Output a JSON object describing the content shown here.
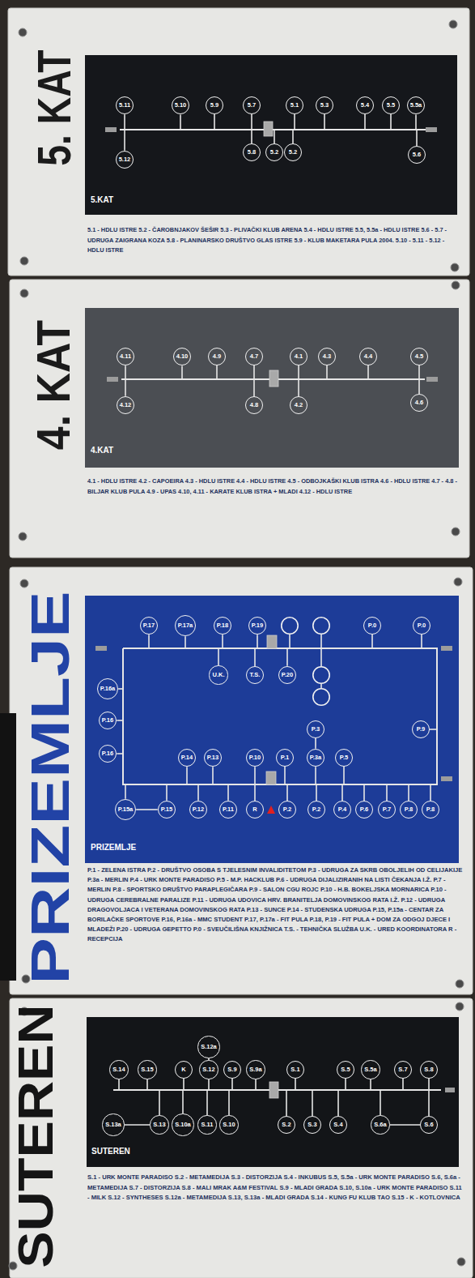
{
  "diagram": {
    "nodes": [
      {
        "text": [
          "5. KAT",
          "5.1 - HDLU ISTRE 5.2 - ČAROBNJAKOV ŠEŠIR 5.3 - PLIVAČKI KLUB ARENA 5.4 - HDLU ISTRE 5.5, 5.5a - HDLU ISTRE 5.6 - 5.7 - UDRUGA ZAIGRANA KOZA 5.8 - PLANINARSKO DRUŠTVO GLAS ISTRE 5.9 - KLUB MAKETARA PULA 2004. 5.10 - 5.11 - 5.12 - HDLU ISTRE"
        ]
      },
      {
        "text": [
          "5.KAT"
        ],
        "in": 0
      },
      {
        "text": [
          "5.11"
        ],
        "in": 1
      },
      {
        "text": [
          "5.10"
        ],
        "in": 1
      },
      {
        "text": [
          "5.9"
        ],
        "in": 1
      },
      {
        "text": [
          "5.7"
        ],
        "in": 1
      },
      {
        "text": [
          "5.1"
        ],
        "in": 1
      },
      {
        "text": [
          "5.3"
        ],
        "in": 1
      },
      {
        "text": [
          "5.4"
        ],
        "in": 1
      },
      {
        "text": [
          "5.5"
        ],
        "in": 1
      },
      {
        "text": [
          "5.5a"
        ],
        "in": 1
      },
      {
        "text": [
          "5.12"
        ],
        "in": 1
      },
      {
        "text": [
          "5.8"
        ],
        "in": 1
      },
      {
        "text": [
          "5.2"
        ],
        "in": 1
      },
      {
        "text": [
          "5.2"
        ],
        "in": 1
      },
      {
        "text": [
          "5.6"
        ],
        "in": 1
      },
      {
        "text": [
          "4. KAT",
          "4.1 - HDLU ISTRE 4.2 - CAPOEIRA 4.3 - HDLU ISTRE 4.4 - HDLU ISTRE 4.5 - ODBOJKAŠKI KLUB ISTRA 4.6 - HDLU ISTRE 4.7 - 4.8 - BILJAR KLUB PULA 4.9 - UPAS 4.10, 4.11 - KARATE KLUB ISTRA + MLADI 4.12 - HDLU ISTRE"
        ]
      },
      {
        "text": [
          "4.KAT"
        ],
        "in": 16
      },
      {
        "text": [
          "4.11"
        ],
        "in": 17
      },
      {
        "text": [
          "4.10"
        ],
        "in": 17
      },
      {
        "text": [
          "4.9"
        ],
        "in": 17
      },
      {
        "text": [
          "4.7"
        ],
        "in": 17
      },
      {
        "text": [
          "4.1"
        ],
        "in": 17
      },
      {
        "text": [
          "4.3"
        ],
        "in": 17
      },
      {
        "text": [
          "4.4"
        ],
        "in": 17
      },
      {
        "text": [
          "4.5"
        ],
        "in": 17
      },
      {
        "text": [
          "4.12"
        ],
        "in": 17
      },
      {
        "text": [
          "4.8"
        ],
        "in": 17
      },
      {
        "text": [
          "4.2"
        ],
        "in": 17
      },
      {
        "text": [
          "4.6"
        ],
        "in": 17
      },
      {
        "text": [
          "PRIZEMLJE",
          "P.1 - ZELENA ISTRA P.2 - DRUŠTVO OSOBA S TJELESNIM INVALIDITETOM P.3 - UDRUGA ZA SKRB OBOLJELIH OD CELIJAKIJE P.3a - MERLIN P.4 - URK MONTE PARADISO P.5 - M.P. HACKLUB P.6 - UDRUGA DIJALIZIRANIH NA LISTI ČEKANJA I.Ž. P.7 - MERLIN P.8 - SPORTSKO DRUŠTVO PARAPLEGIČARA P.9 - SALON CGU ROJC P.10 - H.B. BOKELJSKA MORNARICA P.10 - UDRUGA CEREBRALNE PARALIZE P.11 - UDRUGA UDOVICA HRV. BRANITELJA DOMOVINSKOG RATA I.Ž. P.12 - UDRUGA DRAGOVOLJACA I VETERANA DOMOVINSKOG RATA P.13 - SUNCE P.14 - STUDENSKA UDRUGA P.15, P.15a - CENTAR ZA BORILAČKE SPORTOVE P.16, P.16a - MMC STUDENT P.17, P.17a - FIT PULA P.18, P.19 - FIT PULA + DOM ZA ODGOJ DJECE I MLADEŽI P.20 - UDRUGA GEPETTO P.0 - SVEUČILIŠNA KNJIŽNICA T.S. - TEHNIČKA SLUŽBA U.K. - URED KOORDINATORA R - RECEPCIJA"
        ]
      },
      {
        "text": [
          "PRIZEMLJE"
        ],
        "in": 30
      },
      {
        "text": [
          "P.17"
        ],
        "in": 31
      },
      {
        "text": [
          "P.17a"
        ],
        "in": 31
      },
      {
        "text": [
          "P.18"
        ],
        "in": 31
      },
      {
        "text": [
          "P.19"
        ],
        "in": 31
      },
      {
        "text": [
          "P.0"
        ],
        "in": 31
      },
      {
        "text": [
          "P.0"
        ],
        "in": 31
      },
      {
        "text": [
          "U.K."
        ],
        "in": 31
      },
      {
        "text": [
          "T.S."
        ],
        "in": 31
      },
      {
        "text": [
          "P.20"
        ],
        "in": 31
      },
      {
        "text": [
          "P.16a"
        ],
        "in": 31
      },
      {
        "text": [
          "P.16"
        ],
        "in": 31
      },
      {
        "text": [
          "P.3"
        ],
        "in": 31
      },
      {
        "text": [
          "P.9"
        ],
        "in": 31
      },
      {
        "text": [
          "P.16"
        ],
        "in": 31
      },
      {
        "text": [
          "P.14"
        ],
        "in": 31
      },
      {
        "text": [
          "P.13"
        ],
        "in": 31
      },
      {
        "text": [
          "P.10"
        ],
        "in": 31
      },
      {
        "text": [
          "P.1"
        ],
        "in": 31
      },
      {
        "text": [
          "P.3a"
        ],
        "in": 31
      },
      {
        "text": [
          "P.5"
        ],
        "in": 31
      },
      {
        "text": [
          "P.15a"
        ],
        "in": 31
      },
      {
        "text": [
          "P.15"
        ],
        "in": 31
      },
      {
        "text": [
          "P.12"
        ],
        "in": 31
      },
      {
        "text": [
          "P.11"
        ],
        "in": 31
      },
      {
        "text": [
          "R"
        ],
        "in": 31
      },
      {
        "text": [
          "P.2"
        ],
        "in": 31
      },
      {
        "text": [
          "P.2"
        ],
        "in": 31
      },
      {
        "text": [
          "P.4"
        ],
        "in": 31
      },
      {
        "text": [
          "P.6"
        ],
        "in": 31
      },
      {
        "text": [
          "P.7"
        ],
        "in": 31
      },
      {
        "text": [
          "P.8"
        ],
        "in": 31
      },
      {
        "text": [
          "P.8"
        ],
        "in": 31
      },
      {
        "text": [
          "SUTEREN",
          "S.1 - URK MONTE PARADISO S.2 - METAMEDIJA S.3 - DISTORZIJA S.4 - INKUBUS S.5, S.5a - URK MONTE PARADISO S.6, S.6a - METAMEDIJA S.7 - DISTORZIJA S.8 - MALI MRAK A&M FESTIVAL S.9 - MLADI GRADA S.10, S.10a - URK MONTE PARADISO S.11 - MILK S.12 - SYNTHESES S.12a - METAMEDIJA S.13, S.13a - MLADI GRADA S.14 - KUNG FU KLUB TAO S.15 - K - KOTLOVNICA"
        ]
      },
      {
        "text": [
          "SUTEREN"
        ],
        "in": 64
      },
      {
        "text": [
          "S.12a"
        ],
        "in": 65
      },
      {
        "text": [
          "S.14"
        ],
        "in": 65
      },
      {
        "text": [
          "S.15"
        ],
        "in": 65
      },
      {
        "text": [
          "K"
        ],
        "in": 65
      },
      {
        "text": [
          "S.12"
        ],
        "in": 65
      },
      {
        "text": [
          "S.9"
        ],
        "in": 65
      },
      {
        "text": [
          "S.9a"
        ],
        "in": 65
      },
      {
        "text": [
          "S.1"
        ],
        "in": 65
      },
      {
        "text": [
          "S.5"
        ],
        "in": 65
      },
      {
        "text": [
          "S.5a"
        ],
        "in": 65
      },
      {
        "text": [
          "S.7"
        ],
        "in": 65
      },
      {
        "text": [
          "S.8"
        ],
        "in": 65
      },
      {
        "text": [
          "S.13a"
        ],
        "in": 65
      },
      {
        "text": [
          "S.13"
        ],
        "in": 65
      },
      {
        "text": [
          "S.10a"
        ],
        "in": 65
      },
      {
        "text": [
          "S.11"
        ],
        "in": 65
      },
      {
        "text": [
          "S.10"
        ],
        "in": 65
      },
      {
        "text": [
          "S.2"
        ],
        "in": 65
      },
      {
        "text": [
          "S.3"
        ],
        "in": 65
      },
      {
        "text": [
          "S.4"
        ],
        "in": 65
      },
      {
        "text": [
          "S.6a"
        ],
        "in": 65
      },
      {
        "text": [
          "S.6"
        ],
        "in": 65
      }
    ],
    "edges": [
      {
        "from": 43,
        "to": 50,
        "arrow": "none"
      },
      {
        "from": 52,
        "to": 53,
        "arrow": "none"
      },
      {
        "from": 66,
        "to": 70,
        "arrow": "none"
      },
      {
        "from": 78,
        "to": 79,
        "arrow": "none"
      },
      {
        "from": 86,
        "to": 87,
        "arrow": "none"
      }
    ]
  }
}
